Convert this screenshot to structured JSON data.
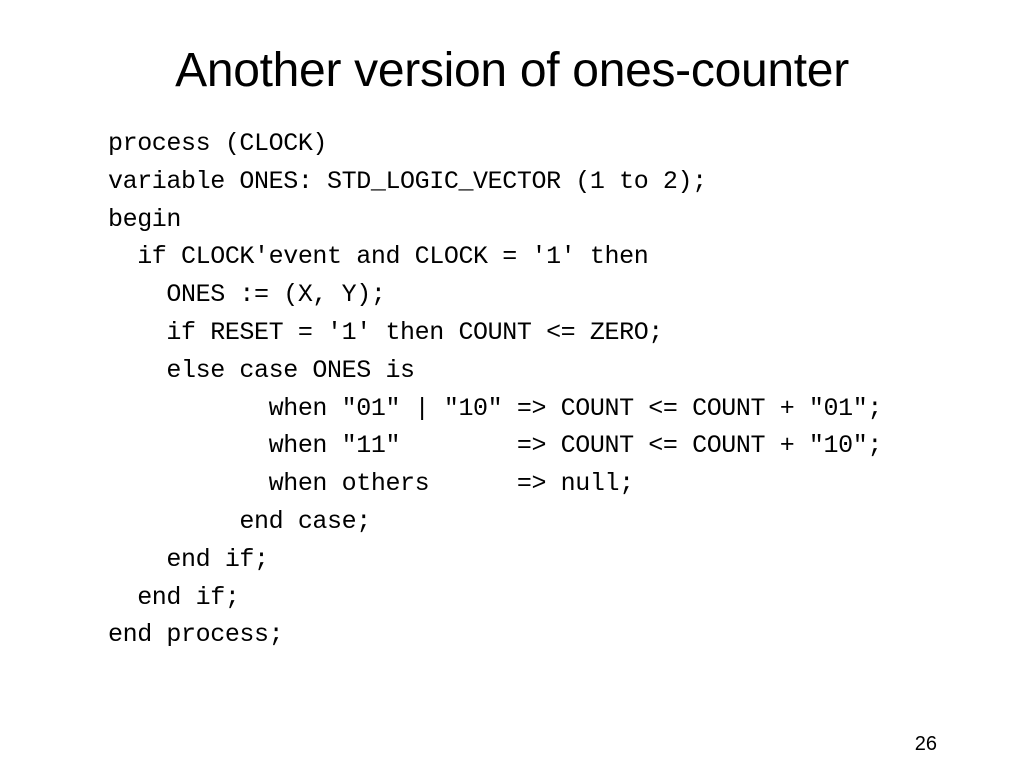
{
  "slide": {
    "title": "Another version of ones-counter",
    "page_number": "26"
  },
  "code": {
    "lines": [
      "process (CLOCK)",
      "variable ONES: STD_LOGIC_VECTOR (1 to 2);",
      "begin",
      "  if CLOCK'event and CLOCK = '1' then",
      "    ONES := (X, Y);",
      "    if RESET = '1' then COUNT <= ZERO;",
      "    else case ONES is",
      "           when \"01\" | \"10\" => COUNT <= COUNT + \"01\";",
      "           when \"11\"        => COUNT <= COUNT + \"10\";",
      "           when others      => null;",
      "         end case;",
      "    end if;",
      "  end if;",
      "end process;"
    ]
  }
}
